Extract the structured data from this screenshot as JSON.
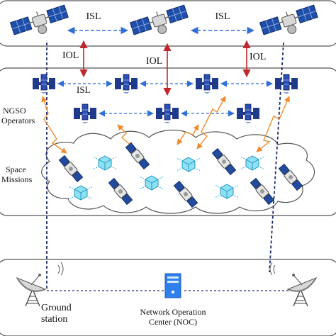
{
  "labels": {
    "isl_top_left": "ISL",
    "isl_top_right": "ISL",
    "iol_left": "IOL",
    "iol_center": "IOL",
    "iol_right": "IOL",
    "isl_middle": "ISL",
    "ngso_line1": "NGSO",
    "ngso_line2": "Operators",
    "space_line1": "Space",
    "space_line2": "Missions",
    "ground_line1": "Ground",
    "ground_line2": "station",
    "noc_line1": "Network Operation",
    "noc_line2": "Center (NOC)"
  },
  "colors": {
    "isl_link": "#2f6fd6",
    "iol_link": "#c0262b",
    "orange_link": "#f08a2c",
    "cyan_link": "#37b9e6",
    "server_blue": "#1f3a8a",
    "noc_blue": "#2f80ed",
    "dashed_navy": "#1d2a6b",
    "panel_border": "#555555"
  },
  "icons": [
    "gso-satellite-icon",
    "server-satellite-icon",
    "cubesat-icon",
    "mission-satellite-icon",
    "dish-antenna-icon",
    "noc-server-icon"
  ]
}
